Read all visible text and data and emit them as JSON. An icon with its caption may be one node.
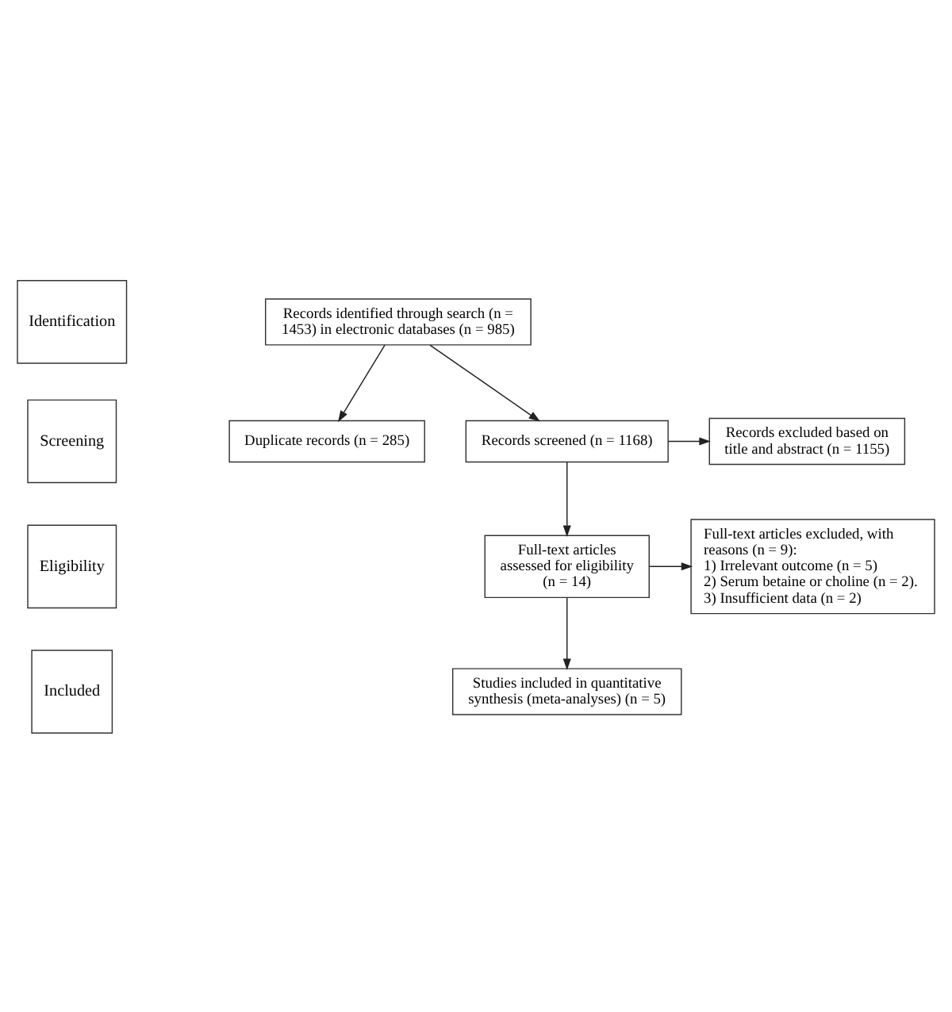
{
  "diagram": {
    "nodes": [
      {
        "text": [
          "Identification"
        ]
      },
      {
        "text": [
          "Records identified through search (n = 1453) in electronic databases (n = 985)"
        ]
      },
      {
        "text": [
          "Screening"
        ]
      },
      {
        "text": [
          "Duplicate records (n = 285)"
        ]
      },
      {
        "text": [
          "Records screened (n = 1168)"
        ]
      },
      {
        "text": [
          "Records excluded based on title and abstract (n = 1155)"
        ]
      },
      {
        "text": [
          "Eligibility"
        ]
      },
      {
        "text": [
          "Full-text articles assessed for eligibility (n = 14)"
        ]
      },
      {
        "text": [
          "Full-text articles excluded, with reasons (n = 9):",
          "1) Irrelevant outcome (n = 5)",
          "2) Serum betaine or choline (n = 2).",
          "3) Insufficient data (n = 2)"
        ]
      },
      {
        "text": [
          "Included"
        ]
      },
      {
        "text": [
          "Studies included in quantitative synthesis (meta-analyses) (n = 5)"
        ]
      }
    ],
    "edges": [
      {
        "from": 1,
        "to": 3,
        "arrow": "to"
      },
      {
        "from": 1,
        "to": 4,
        "arrow": "to"
      },
      {
        "from": 4,
        "to": 5,
        "arrow": "to"
      },
      {
        "from": 4,
        "to": 7,
        "arrow": "to"
      },
      {
        "from": 7,
        "to": 8,
        "arrow": "to"
      },
      {
        "from": 7,
        "to": 10,
        "arrow": "to"
      }
    ]
  }
}
